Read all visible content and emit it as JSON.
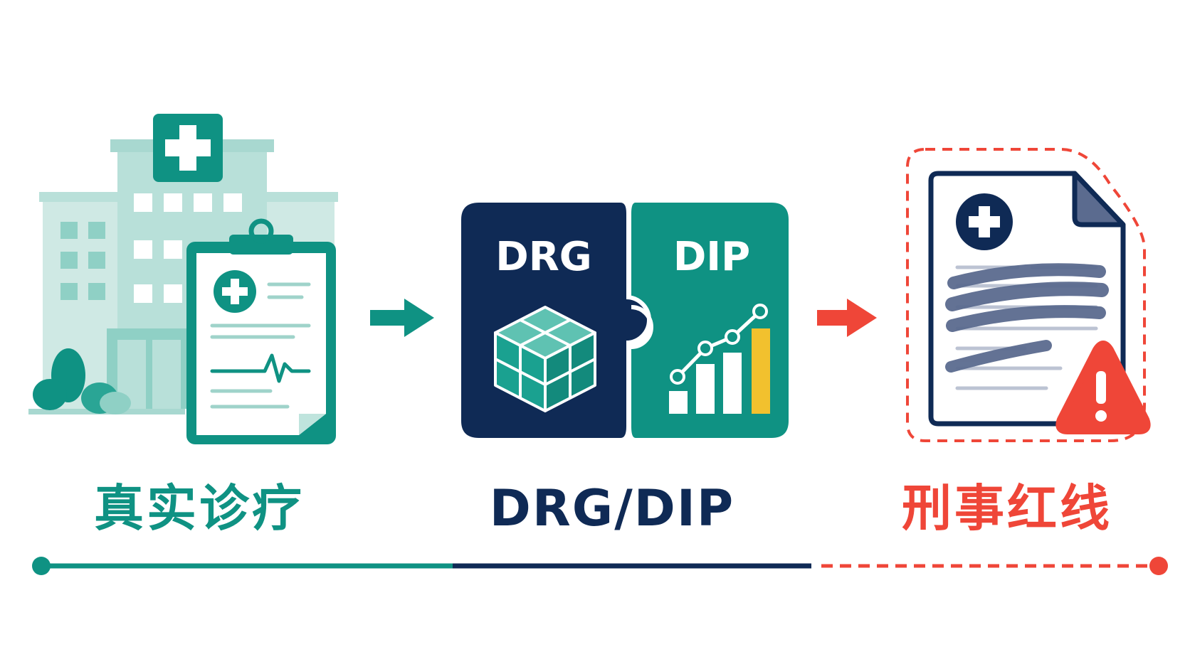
{
  "stages": [
    {
      "id": "real-diagnosis",
      "label": "真实诊疗"
    },
    {
      "id": "drg-dip",
      "label": "DRG/DIP"
    },
    {
      "id": "criminal-redline",
      "label": "刑事红线"
    }
  ],
  "puzzle": {
    "left_label": "DRG",
    "right_label": "DIP"
  },
  "colors": {
    "teal": "#0f9283",
    "teal_light": "#a8d8d0",
    "navy": "#0f2a55",
    "red": "#ef4638",
    "yellow": "#f2c12e",
    "gray_blue": "#5b6b8f"
  },
  "icons": {
    "stage1": [
      "hospital-icon",
      "clipboard-icon",
      "medical-cross-icon",
      "heartbeat-icon",
      "tree-icon"
    ],
    "stage2": [
      "puzzle-piece-icon",
      "cube-grid-icon",
      "bar-chart-icon"
    ],
    "stage3": [
      "medical-document-icon",
      "warning-triangle-icon",
      "scribble-redaction-icon"
    ]
  }
}
